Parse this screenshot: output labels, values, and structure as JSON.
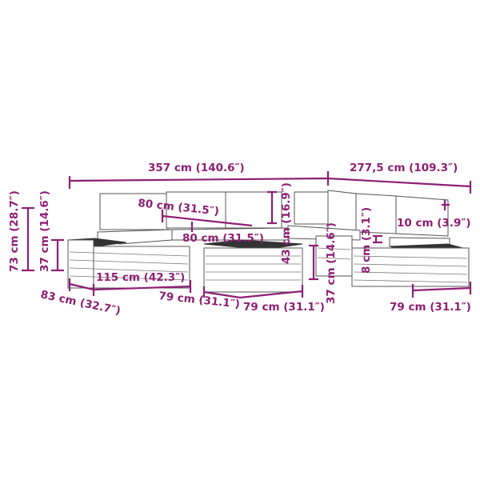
{
  "diagram": {
    "accent_color": "#8e1f74",
    "labels": {
      "total_width_left": "357 cm (140.6″)",
      "total_width_right": "277,5 cm (109.3″)",
      "total_height": "73 cm (28.7″)",
      "seat_height_left": "37 cm (14.6″)",
      "backrest_depth": "80 cm (31.5″)",
      "seat_width": "80 cm (31.5″)",
      "backrest_height": "43 cm (16.9″)",
      "seat_height_mid": "37 cm (14.6″)",
      "cushion_thickness_back": "10 cm (3.9″)",
      "cushion_thickness_seat": "8 cm (3.1″)",
      "ottoman_length": "115 cm (42.3″)",
      "depth": "83 cm (32.7″)",
      "table_width_1": "79 cm (31.1″)",
      "table_width_2": "79 cm (31.1″)",
      "ottoman_width_right": "79 cm (31.1″)"
    }
  }
}
